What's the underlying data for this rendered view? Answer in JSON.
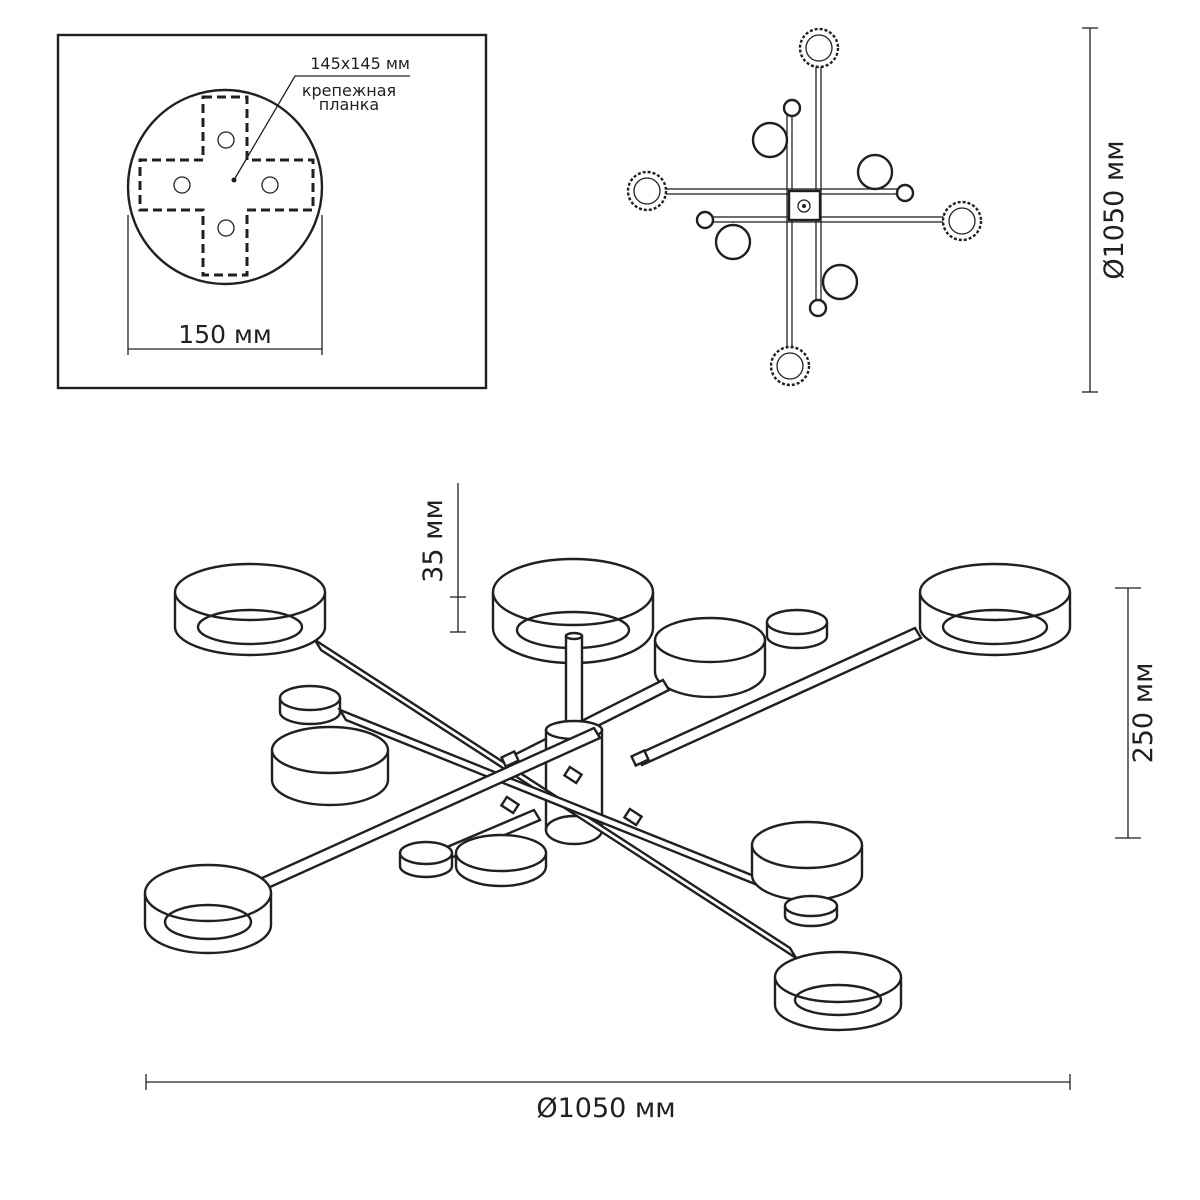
{
  "mount_view": {
    "plate_size_label": "145x145 мм",
    "plate_name_line1": "крепежная",
    "plate_name_line2": "планка",
    "width_label": "150 мм"
  },
  "top_view": {
    "diameter_label": "Ø1050 мм"
  },
  "side_view": {
    "ring_thickness_label": "35 мм",
    "height_label": "250 мм",
    "diameter_label": "Ø1050 мм"
  }
}
